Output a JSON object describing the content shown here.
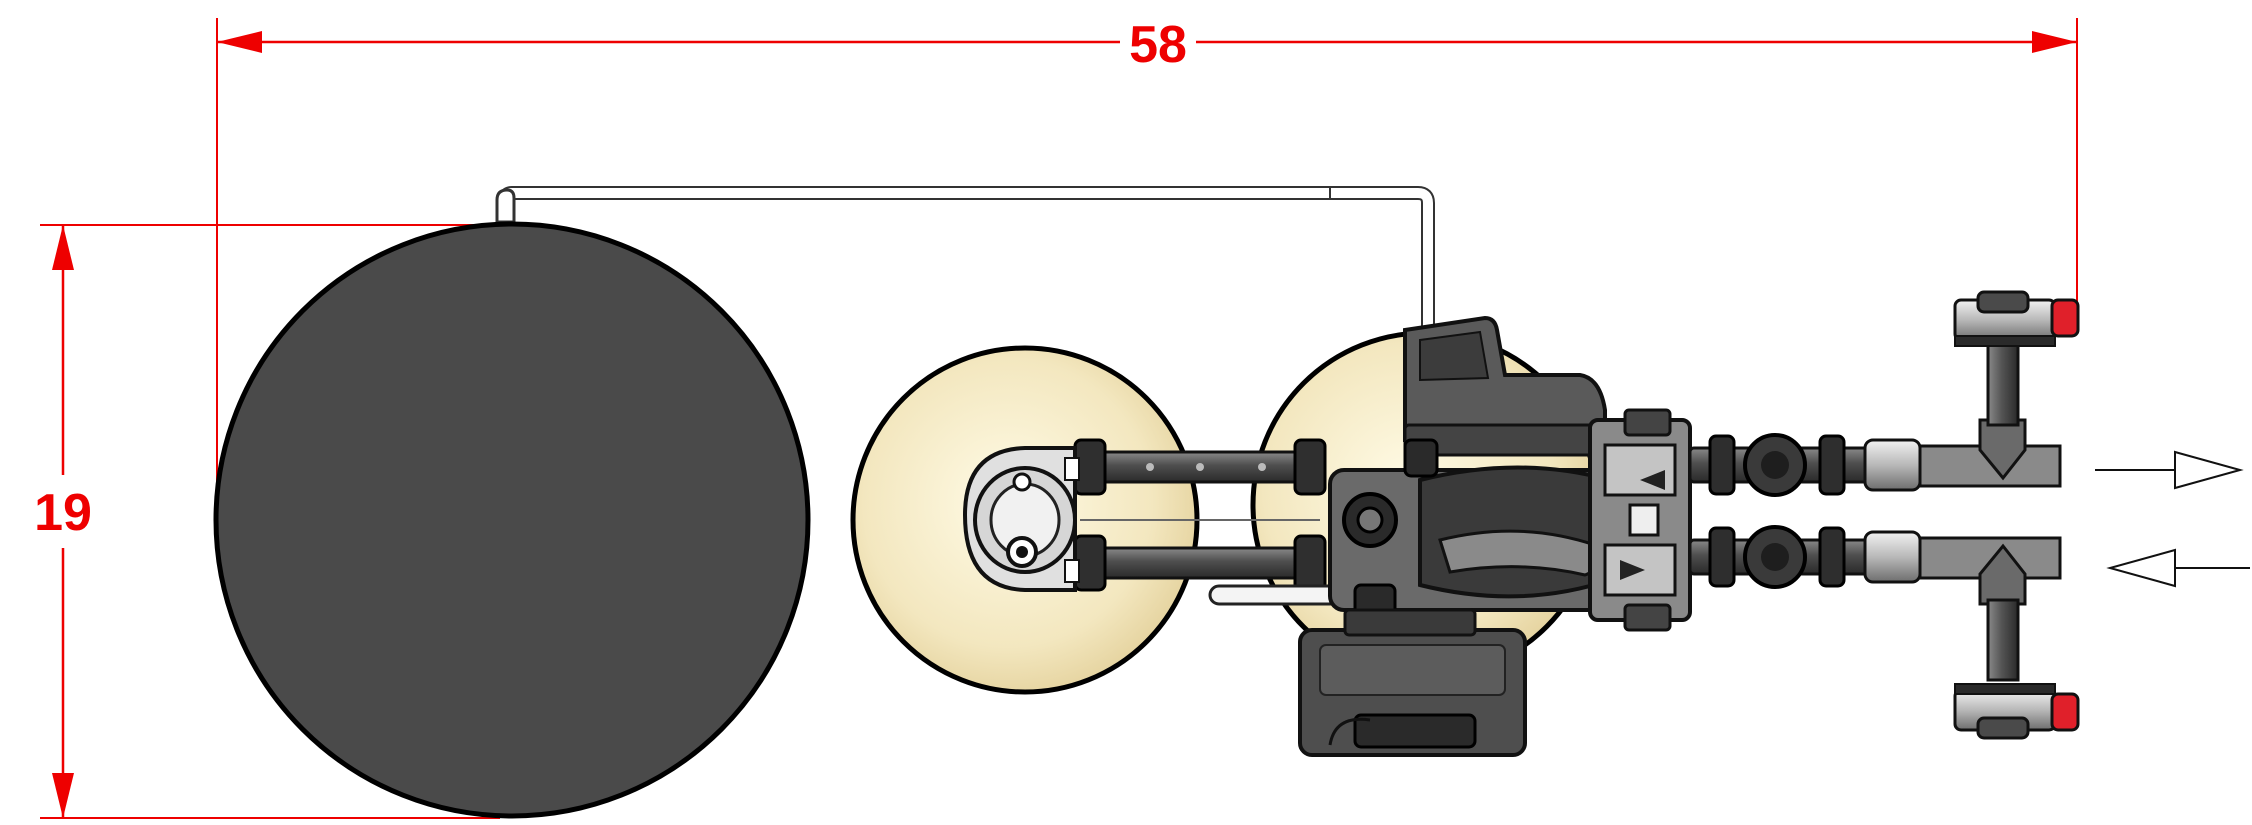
{
  "dimensions": {
    "width_label": "58",
    "height_label": "19"
  },
  "flow": {
    "outlet_direction": "right",
    "inlet_direction": "left"
  },
  "colors": {
    "dimension_line": "#ee0000",
    "brine_tank": "#4a4a4a",
    "resin_tank": "#f5ecc8",
    "fitting_dark": "#555555",
    "fitting_mid": "#7a7a7a",
    "fitting_light": "#c8c8c8",
    "cap_red": "#e0202a"
  }
}
